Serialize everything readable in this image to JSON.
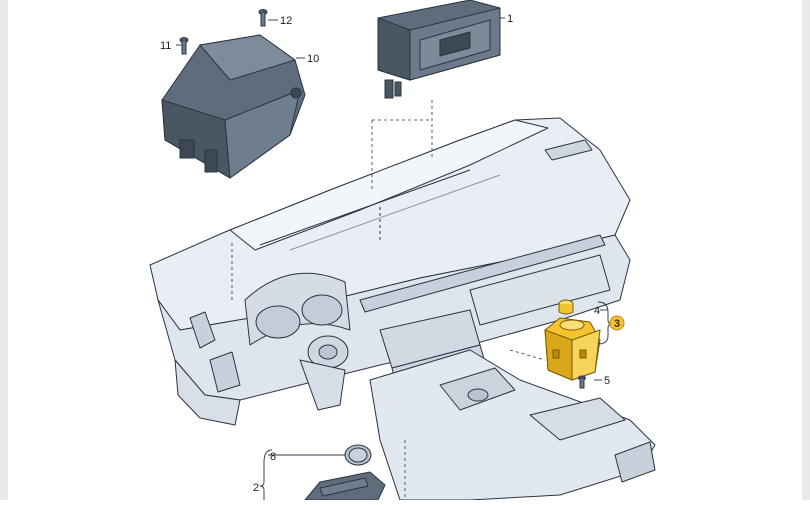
{
  "diagram": {
    "callouts": {
      "c1": "1",
      "c2": "2",
      "c3": "3",
      "c4": "4",
      "c5": "5",
      "c8": "8",
      "c10": "10",
      "c11": "11",
      "c12": "12"
    },
    "colors": {
      "line": "#2b3440",
      "part_fill": "#5e6c7c",
      "part_dark": "#3d4855",
      "dash_fill": "#e4e9f0",
      "dash_shadow": "#c9d1dc",
      "highlight": "#f4c430",
      "highlight_dark": "#b98a10"
    },
    "highlighted_part": "3"
  }
}
